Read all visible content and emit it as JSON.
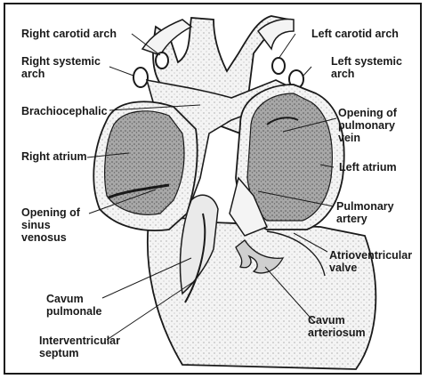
{
  "labels": {
    "right_carotid_arch": "Right carotid arch",
    "left_carotid_arch": "Left carotid arch",
    "right_systemic_arch": "Right systemic\narch",
    "left_systemic_arch": "Left systemic\narch",
    "brachiocephalic": "Brachiocephalic",
    "opening_pulmonary_vein": "Opening of\npulmonary\nvein",
    "right_atrium": "Right atrium",
    "left_atrium": "Left atrium",
    "opening_sinus_venosus": "Opening of\nsinus\nvenosus",
    "pulmonary_artery": "Pulmonary\nartery",
    "atrioventricular_valve": "Atrioventricular\nvalve",
    "cavum_pulmonale": "Cavum\npulmonale",
    "cavum_arteriosum": "Cavum\narteriosum",
    "interventricular_septum": "Interventricular\nseptum"
  },
  "colors": {
    "ink": "#1a1a1a",
    "tissue": "#f2f2f2",
    "cavity": "#9a9a9a"
  }
}
